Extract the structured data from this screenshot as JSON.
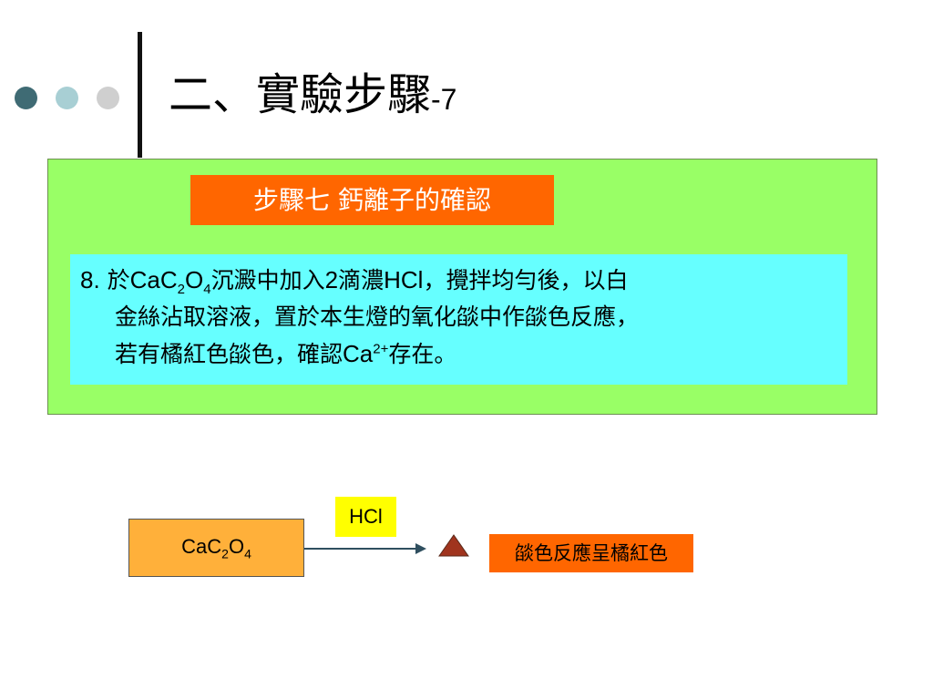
{
  "slide": {
    "title_main": "二、實驗步驟",
    "title_suffix": "-7"
  },
  "step_box": {
    "label": "步驟七  鈣離子的確認"
  },
  "instruction": {
    "number": "8.",
    "line1_a": "於",
    "line1_chem": "CaC",
    "line1_sub1": "2",
    "line1_o": "O",
    "line1_sub2": "4",
    "line1_b": "沉澱中加入",
    "line1_num": "2",
    "line1_c": "滴濃",
    "line1_hcl": "HCl",
    "line1_d": "，攪拌均勻後，以白",
    "line2": "金絲沾取溶液，置於本生燈的氧化燄中作燄色反應，",
    "line3_a": "若有橘紅色燄色，確認",
    "line3_ca": "Ca",
    "line3_sup": "2+",
    "line3_b": "存在。"
  },
  "diagram": {
    "reactant_a": "CaC",
    "reactant_sub1": "2",
    "reactant_o": "O",
    "reactant_sub2": "4",
    "reagent": "HCl",
    "result": "燄色反應呈橘紅色"
  },
  "colors": {
    "green_panel": "#99ff66",
    "cyan_panel": "#66ffff",
    "orange": "#ff6600",
    "reactant_box": "#ffb03a",
    "reagent_box": "#ffff00",
    "triangle": "#a0341e"
  }
}
